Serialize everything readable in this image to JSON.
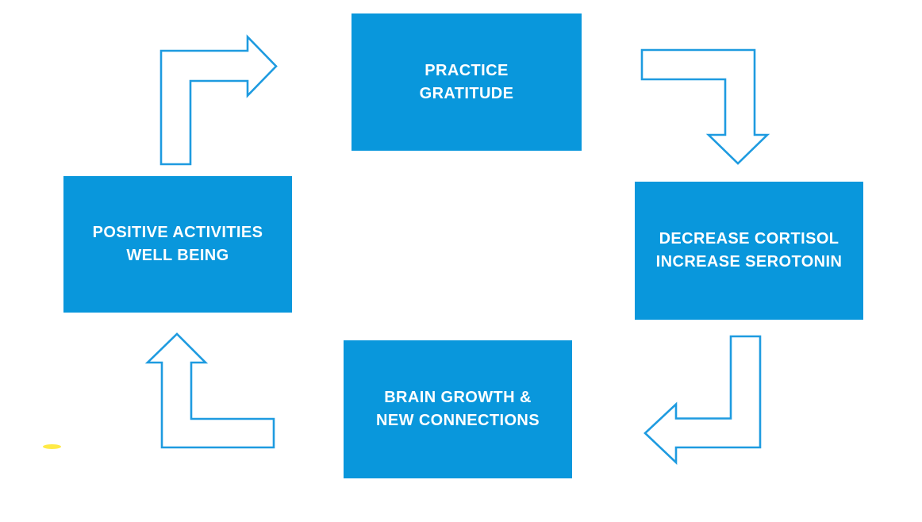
{
  "diagram": {
    "type": "cycle",
    "nodes": [
      {
        "id": "practice-gratitude",
        "position": "top",
        "lines": [
          "PRACTICE",
          "GRATITUDE"
        ]
      },
      {
        "id": "decrease-cortisol",
        "position": "right",
        "lines": [
          "DECREASE CORTISOL",
          "INCREASE SEROTONIN"
        ]
      },
      {
        "id": "brain-growth",
        "position": "bottom",
        "lines": [
          "BRAIN GROWTH &",
          "NEW CONNECTIONS"
        ]
      },
      {
        "id": "positive-activities",
        "position": "left",
        "lines": [
          "POSITIVE ACTIVITIES",
          "WELL BEING"
        ]
      }
    ],
    "arrows": [
      {
        "id": "arrow-left-to-top",
        "direction": "up-then-right",
        "from": "positive-activities",
        "to": "practice-gratitude"
      },
      {
        "id": "arrow-top-to-right",
        "direction": "right-then-down",
        "from": "practice-gratitude",
        "to": "decrease-cortisol"
      },
      {
        "id": "arrow-right-to-bottom",
        "direction": "down-then-left",
        "from": "decrease-cortisol",
        "to": "brain-growth"
      },
      {
        "id": "arrow-bottom-to-left",
        "direction": "left-then-up",
        "from": "brain-growth",
        "to": "positive-activities"
      }
    ],
    "colors": {
      "node_fill": "#0997dc",
      "node_text": "#ffffff",
      "arrow_stroke": "#1e9be0",
      "highlight": "#ffe93c",
      "canvas_bg": "#ffffff"
    }
  }
}
